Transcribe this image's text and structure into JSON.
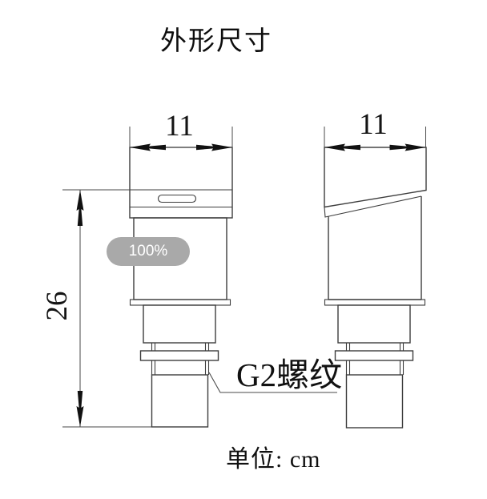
{
  "title": "外形尺寸",
  "drawing": {
    "front_view": {
      "width_dim": "11"
    },
    "side_view": {
      "width_dim": "11"
    },
    "height_dim": "26",
    "thread_label": "G2螺纹",
    "unit_label": "单位: cm"
  },
  "overlay": {
    "zoom_badge": "100%"
  },
  "colors": {
    "outline": "#3d3d3d",
    "dim_line": "#4a4a4a",
    "arrow_fill": "#111111",
    "text": "#161616",
    "badge_bg": "#a9a9a9",
    "badge_text": "#ffffff"
  }
}
